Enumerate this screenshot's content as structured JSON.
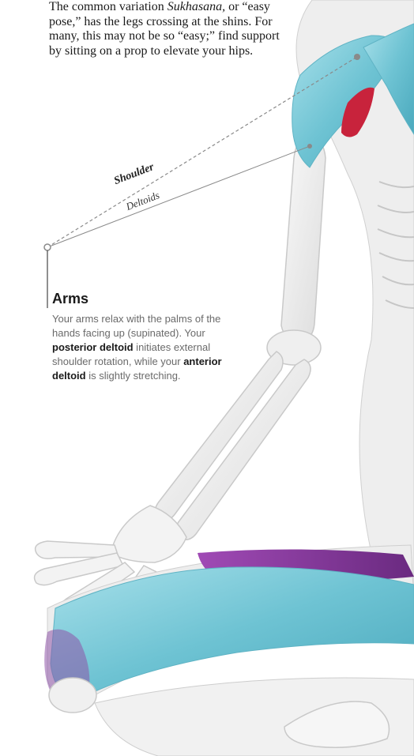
{
  "intro": {
    "before_italic": "The common variation ",
    "italic_term": "Sukhasana,",
    "after_italic": " or “easy pose,” has the legs crossing at the shins. For many, this may not be so “easy;” find support by sitting on a prop to elevate your hips."
  },
  "callouts": {
    "shoulder": "Shoulder",
    "deltoids": "Deltoids"
  },
  "arms": {
    "title": "Arms",
    "text_1": "Your arms relax with the palms of the hands facing up (supinated). Your ",
    "bold_1": "posterior deltoid",
    "text_2": " initiates external shoulder rotation, while your ",
    "bold_2": "anterior deltoid",
    "text_3": " is slightly stretching."
  },
  "colors": {
    "deltoid_muscle": "#7ecbd9",
    "muscle_red": "#c8233c",
    "muscle_purple": "#8b3a9e",
    "bone": "#f2f2f2",
    "bone_outline": "#c9c9c9"
  }
}
